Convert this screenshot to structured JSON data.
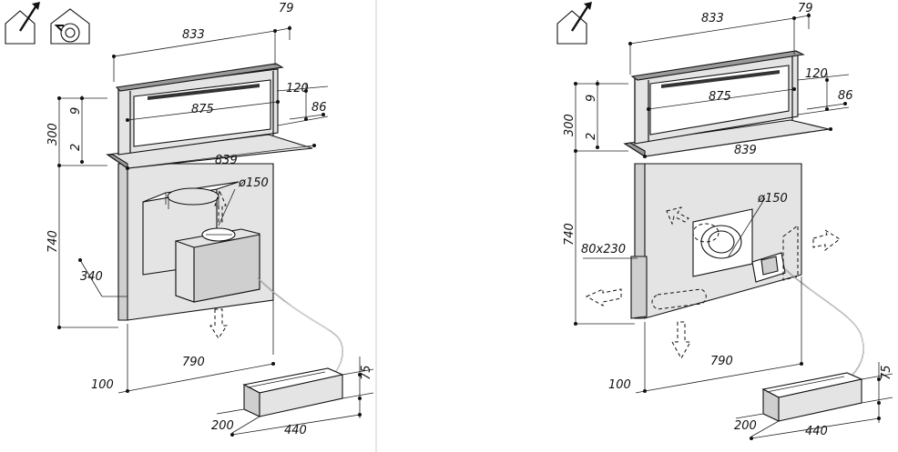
{
  "dimensions": {
    "width_833": "833",
    "depth_79": "79",
    "width_875": "875",
    "depth_120": "120",
    "depth_86": "86",
    "height_300": "300",
    "height_9": "9",
    "height_2": "2",
    "width_839": "839",
    "diameter_150": "ø150",
    "height_740": "740",
    "depth_340": "340",
    "width_790": "790",
    "depth_100": "100",
    "height_75": "75",
    "depth_200": "200",
    "width_440": "440",
    "opening_80x230": "80x230"
  },
  "icons": {
    "left": [
      "house-outlet-icon",
      "house-recirculation-icon"
    ],
    "right": [
      "house-outlet-icon"
    ]
  }
}
